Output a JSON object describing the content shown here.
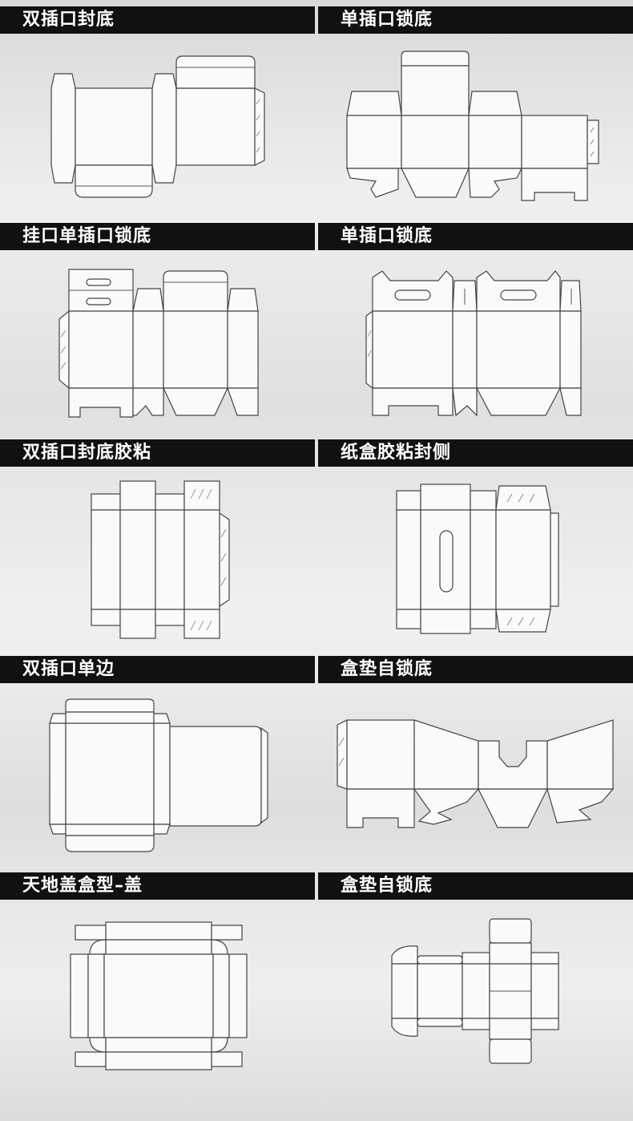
{
  "panels": [
    {
      "id": "p1",
      "title": "双插口封底"
    },
    {
      "id": "p2",
      "title": "单插口锁底"
    },
    {
      "id": "p3",
      "title": "挂口单插口锁底"
    },
    {
      "id": "p4",
      "title": "单插口锁底"
    },
    {
      "id": "p5",
      "title": "双插口封底胶粘"
    },
    {
      "id": "p6",
      "title": "纸盒胶粘封侧"
    },
    {
      "id": "p7",
      "title": "双插口单边"
    },
    {
      "id": "p8",
      "title": "盒垫自锁底"
    },
    {
      "id": "p9",
      "title": "天地盖盒型–盖"
    },
    {
      "id": "p10",
      "title": "盒垫自锁底"
    }
  ]
}
